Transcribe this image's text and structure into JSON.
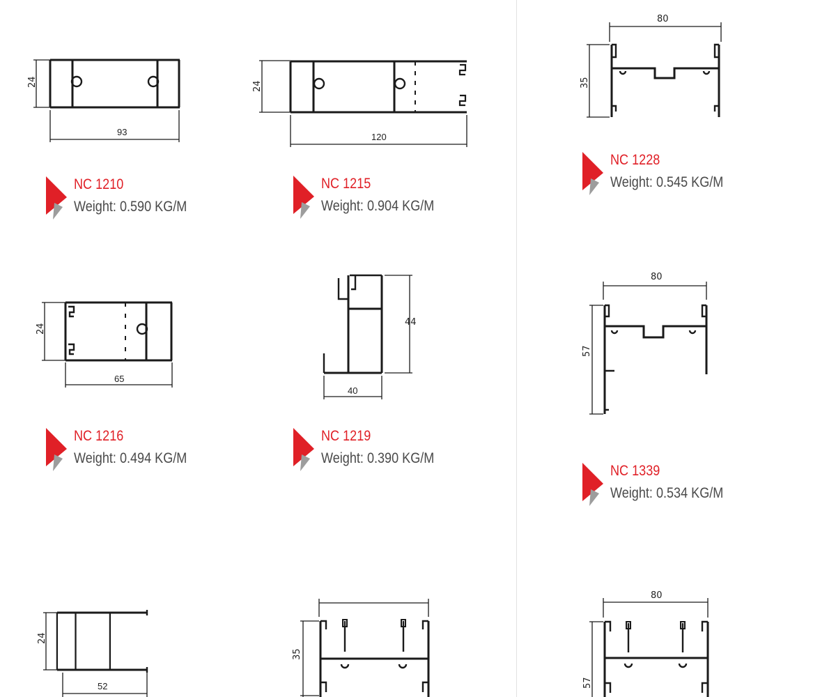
{
  "profiles": [
    {
      "code": "NC 1210",
      "weight_label": "Weight:",
      "weight_value": "0.590 KG/M",
      "dimensions": [
        "24",
        "93"
      ]
    },
    {
      "code": "NC 1215",
      "weight_label": "Weight:",
      "weight_value": "0.904 KG/M",
      "dimensions": [
        "24",
        "120"
      ]
    },
    {
      "code": "NC 1228",
      "weight_label": "Weight:",
      "weight_value": "0.545 KG/M",
      "dimensions": [
        "80",
        "35"
      ]
    },
    {
      "code": "NC 1216",
      "weight_label": "Weight:",
      "weight_value": "0.494 KG/M",
      "dimensions": [
        "24",
        "65"
      ]
    },
    {
      "code": "NC 1219",
      "weight_label": "Weight:",
      "weight_value": "0.390 KG/M",
      "dimensions": [
        "44",
        "40"
      ]
    },
    {
      "code": "NC 1339",
      "weight_label": "Weight:",
      "weight_value": "0.534 KG/M",
      "dimensions": [
        "80",
        "57"
      ]
    },
    {
      "code": "",
      "weight_label": "",
      "weight_value": "",
      "dimensions": [
        "24",
        "52"
      ]
    },
    {
      "code": "",
      "weight_label": "",
      "weight_value": "",
      "dimensions": [
        "35"
      ]
    },
    {
      "code": "",
      "weight_label": "",
      "weight_value": "",
      "dimensions": [
        "80",
        "57"
      ]
    }
  ],
  "colors": {
    "code_text": "#e02027",
    "weight_text": "#4a4a4a",
    "logo_red": "#e02027",
    "logo_gray": "#9d9d9d",
    "line": "#1a1a1a"
  }
}
